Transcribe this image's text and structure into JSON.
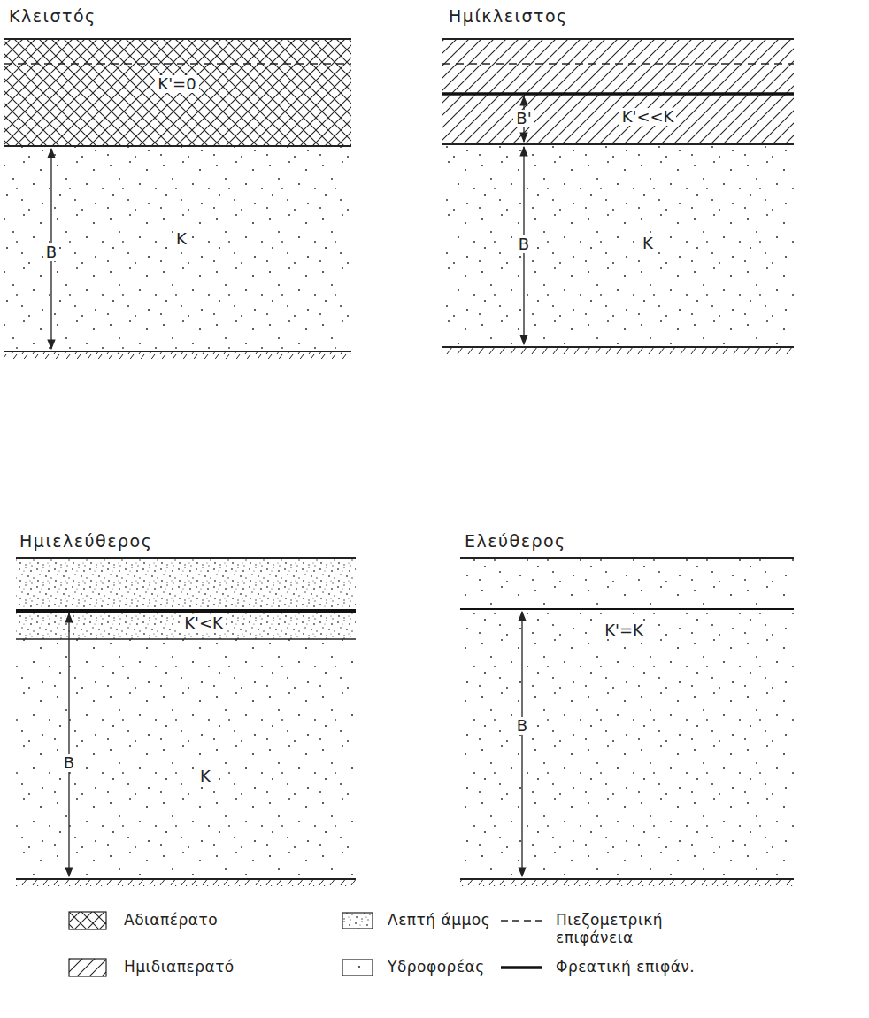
{
  "diagram": {
    "nodes": [
      {
        "text": [
          "Κλειστός"
        ]
      },
      {
        "text": [
          "K'=0"
        ],
        "in": 0
      },
      {
        "text": [
          "B",
          "K"
        ],
        "in": 0
      },
      {
        "text": [
          "Ημίκλειστος"
        ]
      },
      {
        "text": [
          "B'",
          "K'<<K"
        ],
        "in": 3
      },
      {
        "text": [
          "B",
          "K"
        ],
        "in": 3
      },
      {
        "text": [
          "Ημιελεύθερος"
        ]
      },
      {
        "text": [
          "K'<K"
        ],
        "in": 6
      },
      {
        "text": [
          "B",
          "K"
        ],
        "in": 6
      },
      {
        "text": [
          "Ελεύθερος"
        ]
      },
      {
        "text": [
          "K'=K",
          "B"
        ],
        "in": 9
      }
    ],
    "legend": [
      {
        "text": "Αδιαπέρατο"
      },
      {
        "text": "Λεπτή άμμος"
      },
      {
        "text": "Πιεζομετρική επιφάνεια"
      },
      {
        "text": "Ημιδιαπερατό"
      },
      {
        "text": "Υδροφορέας"
      },
      {
        "text": "Φρεατική επιφάν."
      }
    ]
  }
}
